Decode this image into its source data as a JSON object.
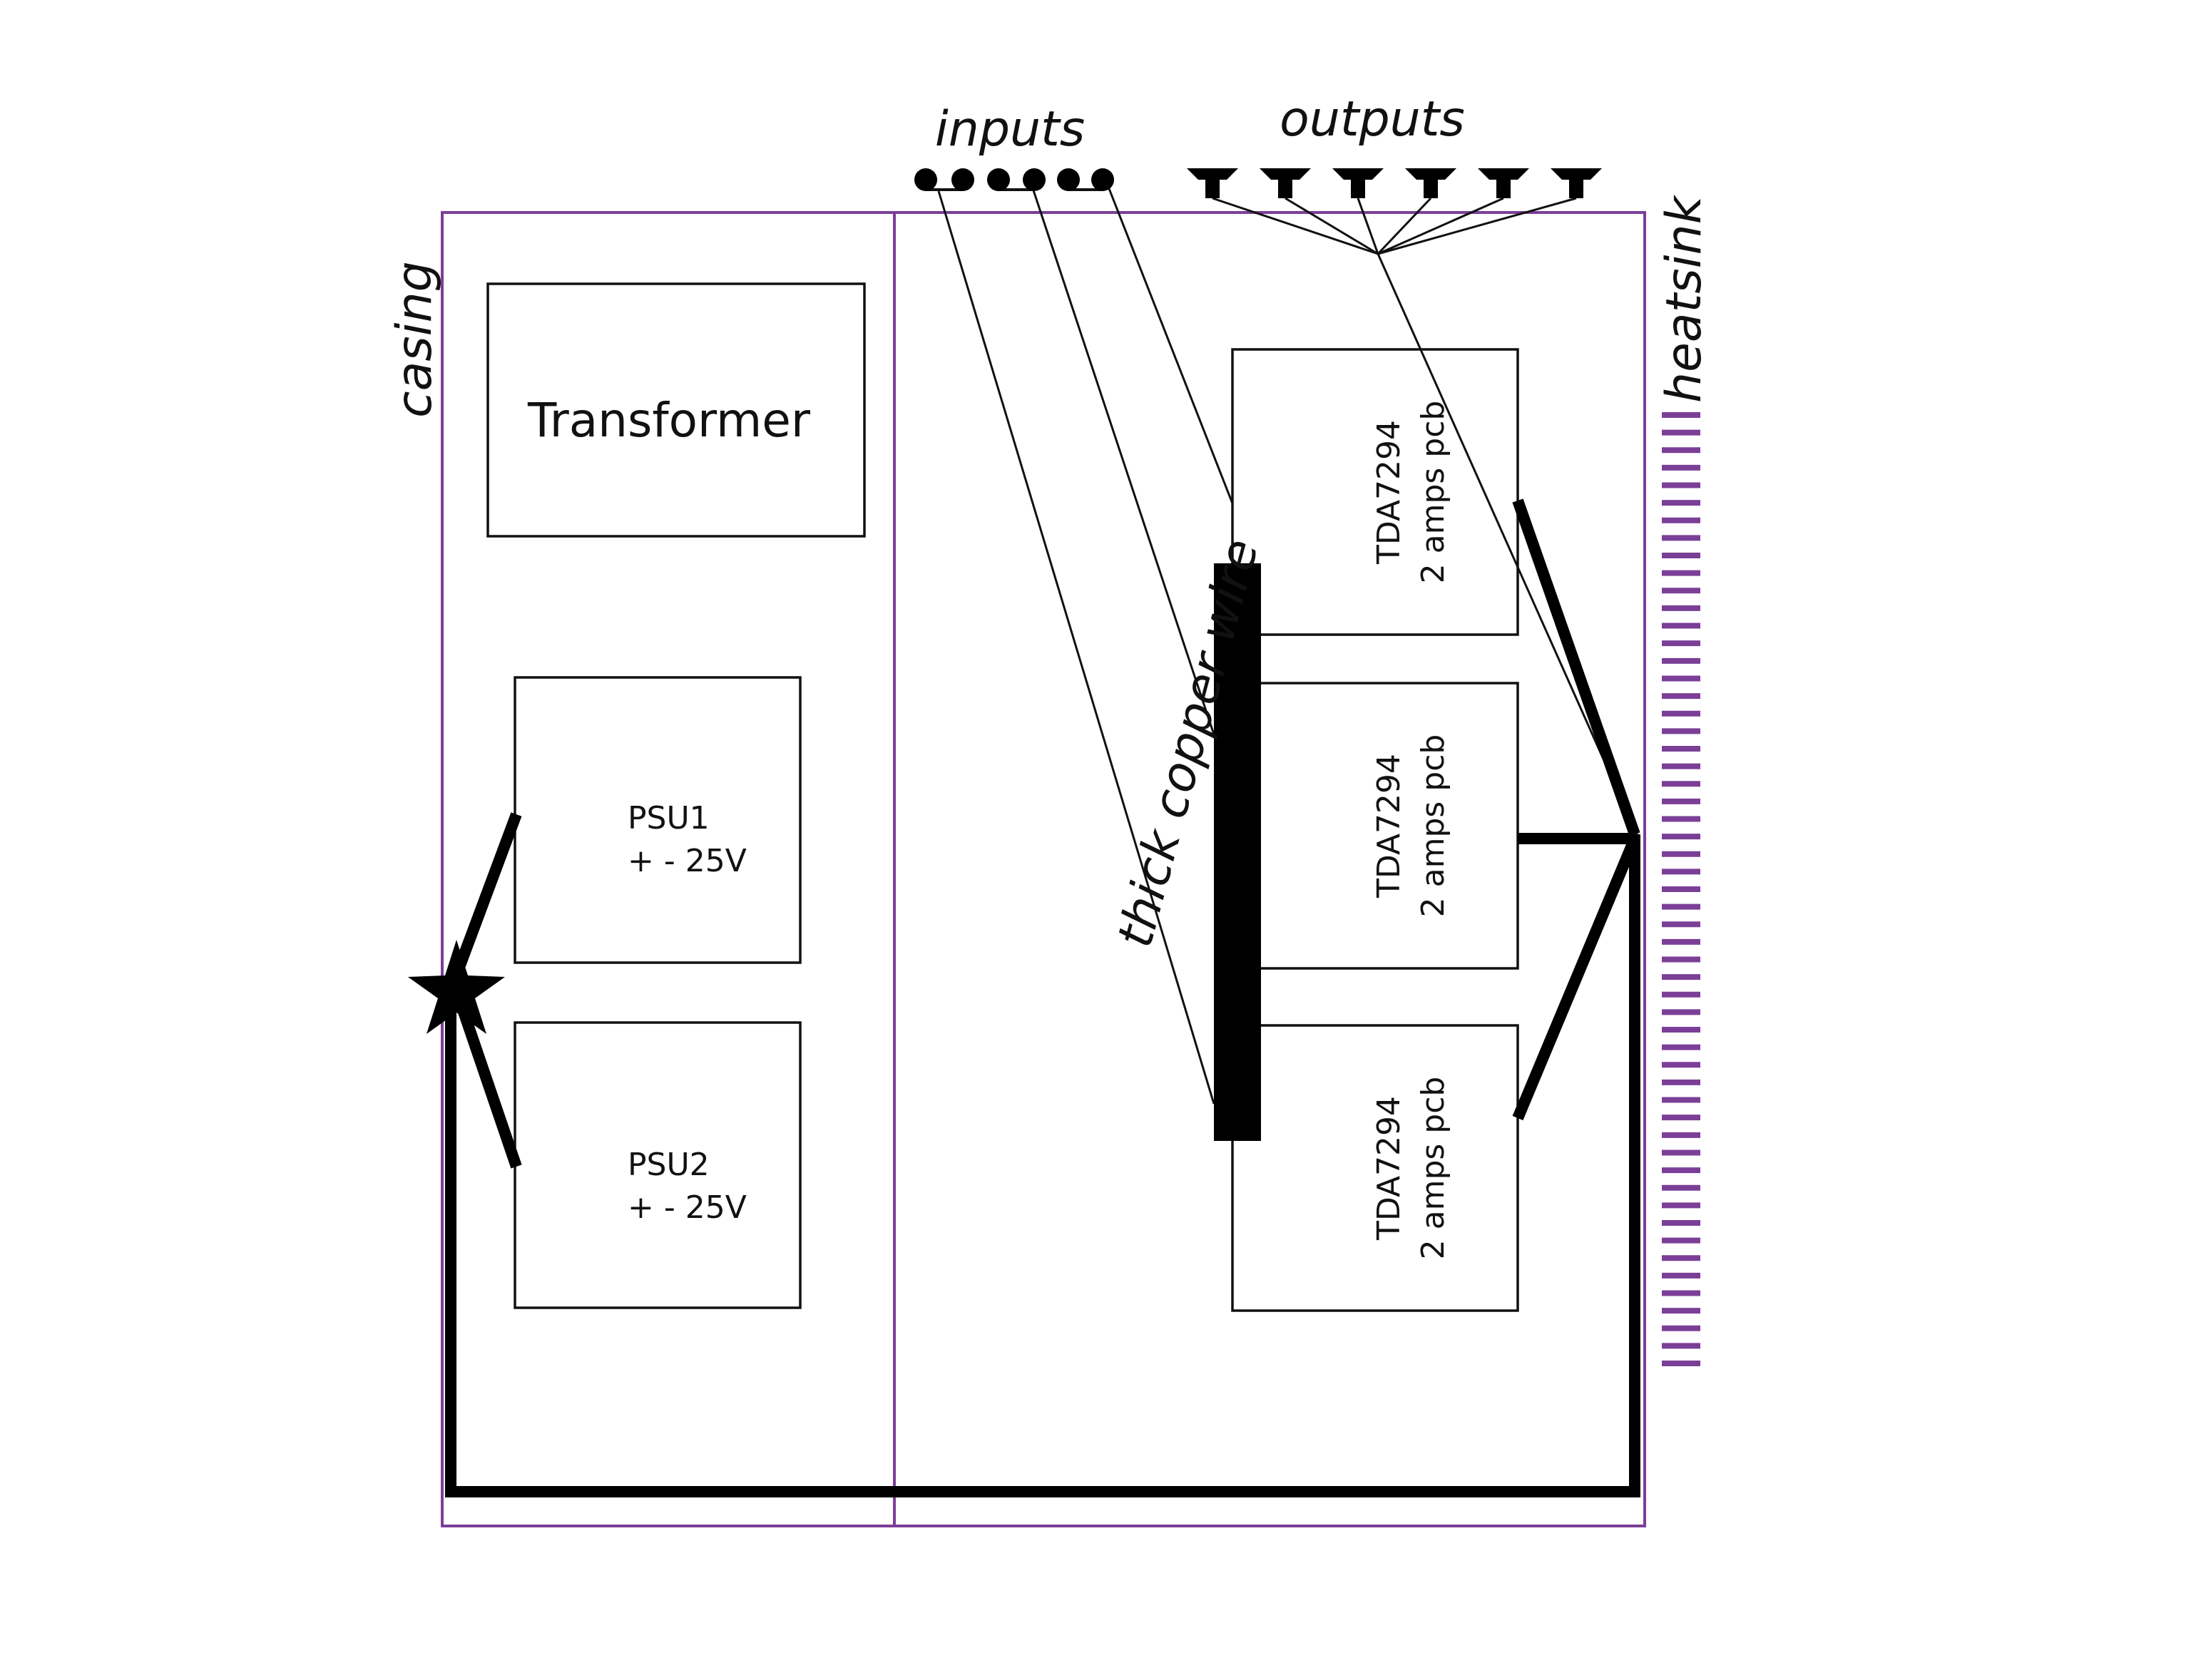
{
  "labels": {
    "casing": "casing",
    "heatsink": "heatsink",
    "inputs": "inputs",
    "outputs": "outputs",
    "transformer": "Transformer",
    "copper_wire": "thick copper wire"
  },
  "psus": [
    {
      "name": "PSU1",
      "voltage": "+ - 25V"
    },
    {
      "name": "PSU2",
      "voltage": "+ - 25V"
    }
  ],
  "amps": [
    {
      "chip": "TDA7294",
      "desc": "2 amps pcb"
    },
    {
      "chip": "TDA7294",
      "desc": "2 amps pcb"
    },
    {
      "chip": "TDA7294",
      "desc": "2 amps pcb"
    }
  ],
  "colors": {
    "casing": "#7b3f98",
    "heatsink": "#7b3f98",
    "wire": "#000000"
  },
  "icons": {
    "input_jack": "filled-circle",
    "output_speaker": "speaker-terminal",
    "ground": "star-ground-icon"
  },
  "counts": {
    "inputs": 6,
    "outputs": 6,
    "heatsink_fins": 55
  }
}
